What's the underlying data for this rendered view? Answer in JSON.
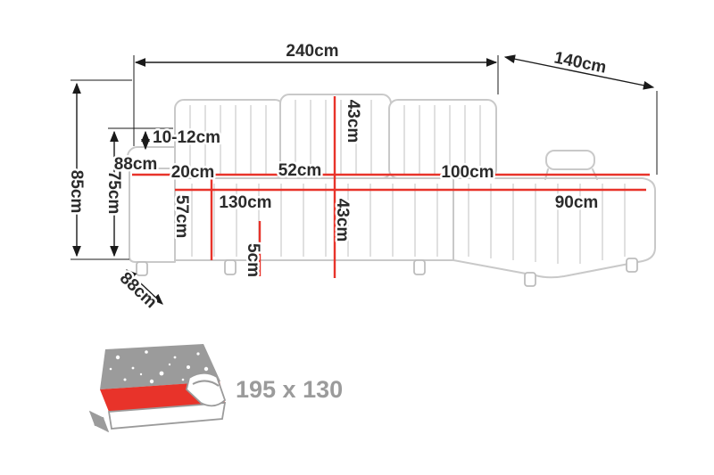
{
  "diagram": {
    "title": "corner-sofa-dimension-diagram",
    "labels": {
      "total_width": "240cm",
      "total_depth": "140cm",
      "overall_height": "85cm",
      "backrest_height": "75cm",
      "armrest_width": "10-12cm",
      "arm_side_depth": "88cm",
      "seat_to_arm_gap": "20cm",
      "seat_width": "130cm",
      "seat_height": "57cm",
      "back_cushion_width": "52cm",
      "back_cushion_height": "43cm",
      "seat_cushion_depth": "43cm",
      "leg_height": "5cm",
      "seat_depth": "88cm",
      "chaise_length": "100cm",
      "chaise_width": "90cm"
    },
    "sleeping_area": {
      "size_label": "195 x 130"
    },
    "colors": {
      "accent_red": "#e8332a",
      "sofa_outline_gray": "#c9c9c9",
      "icon_gray": "#9b9b9b",
      "dimension_line": "#1a1a1a"
    }
  }
}
